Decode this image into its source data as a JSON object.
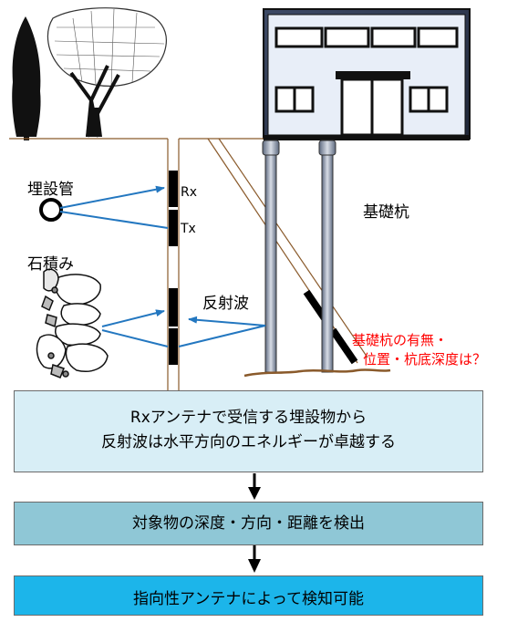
{
  "labels": {
    "pipe": "埋設管",
    "rx": "Rx",
    "tx": "Tx",
    "stone": "石積み",
    "reflect": "反射波",
    "pile": "基礎杭",
    "note_line1": "基礎杭の有無・",
    "note_line2": "位置・杭底深度は？"
  },
  "flow": {
    "step1_line1": "Rxアンテナで受信する埋設物から",
    "step1_line2": "反射波は水平方向のエネルギーが卓越する",
    "step2": "対象物の深度・方向・距離を検出",
    "step3": "指向性アンテナによって検知可能"
  },
  "colors": {
    "arrow": "#2377c0",
    "ground": "#8a5a2b",
    "box1": "#d8eef6",
    "box2": "#8fc7d6",
    "box3": "#1cb5ea",
    "note": "#ff0000"
  }
}
